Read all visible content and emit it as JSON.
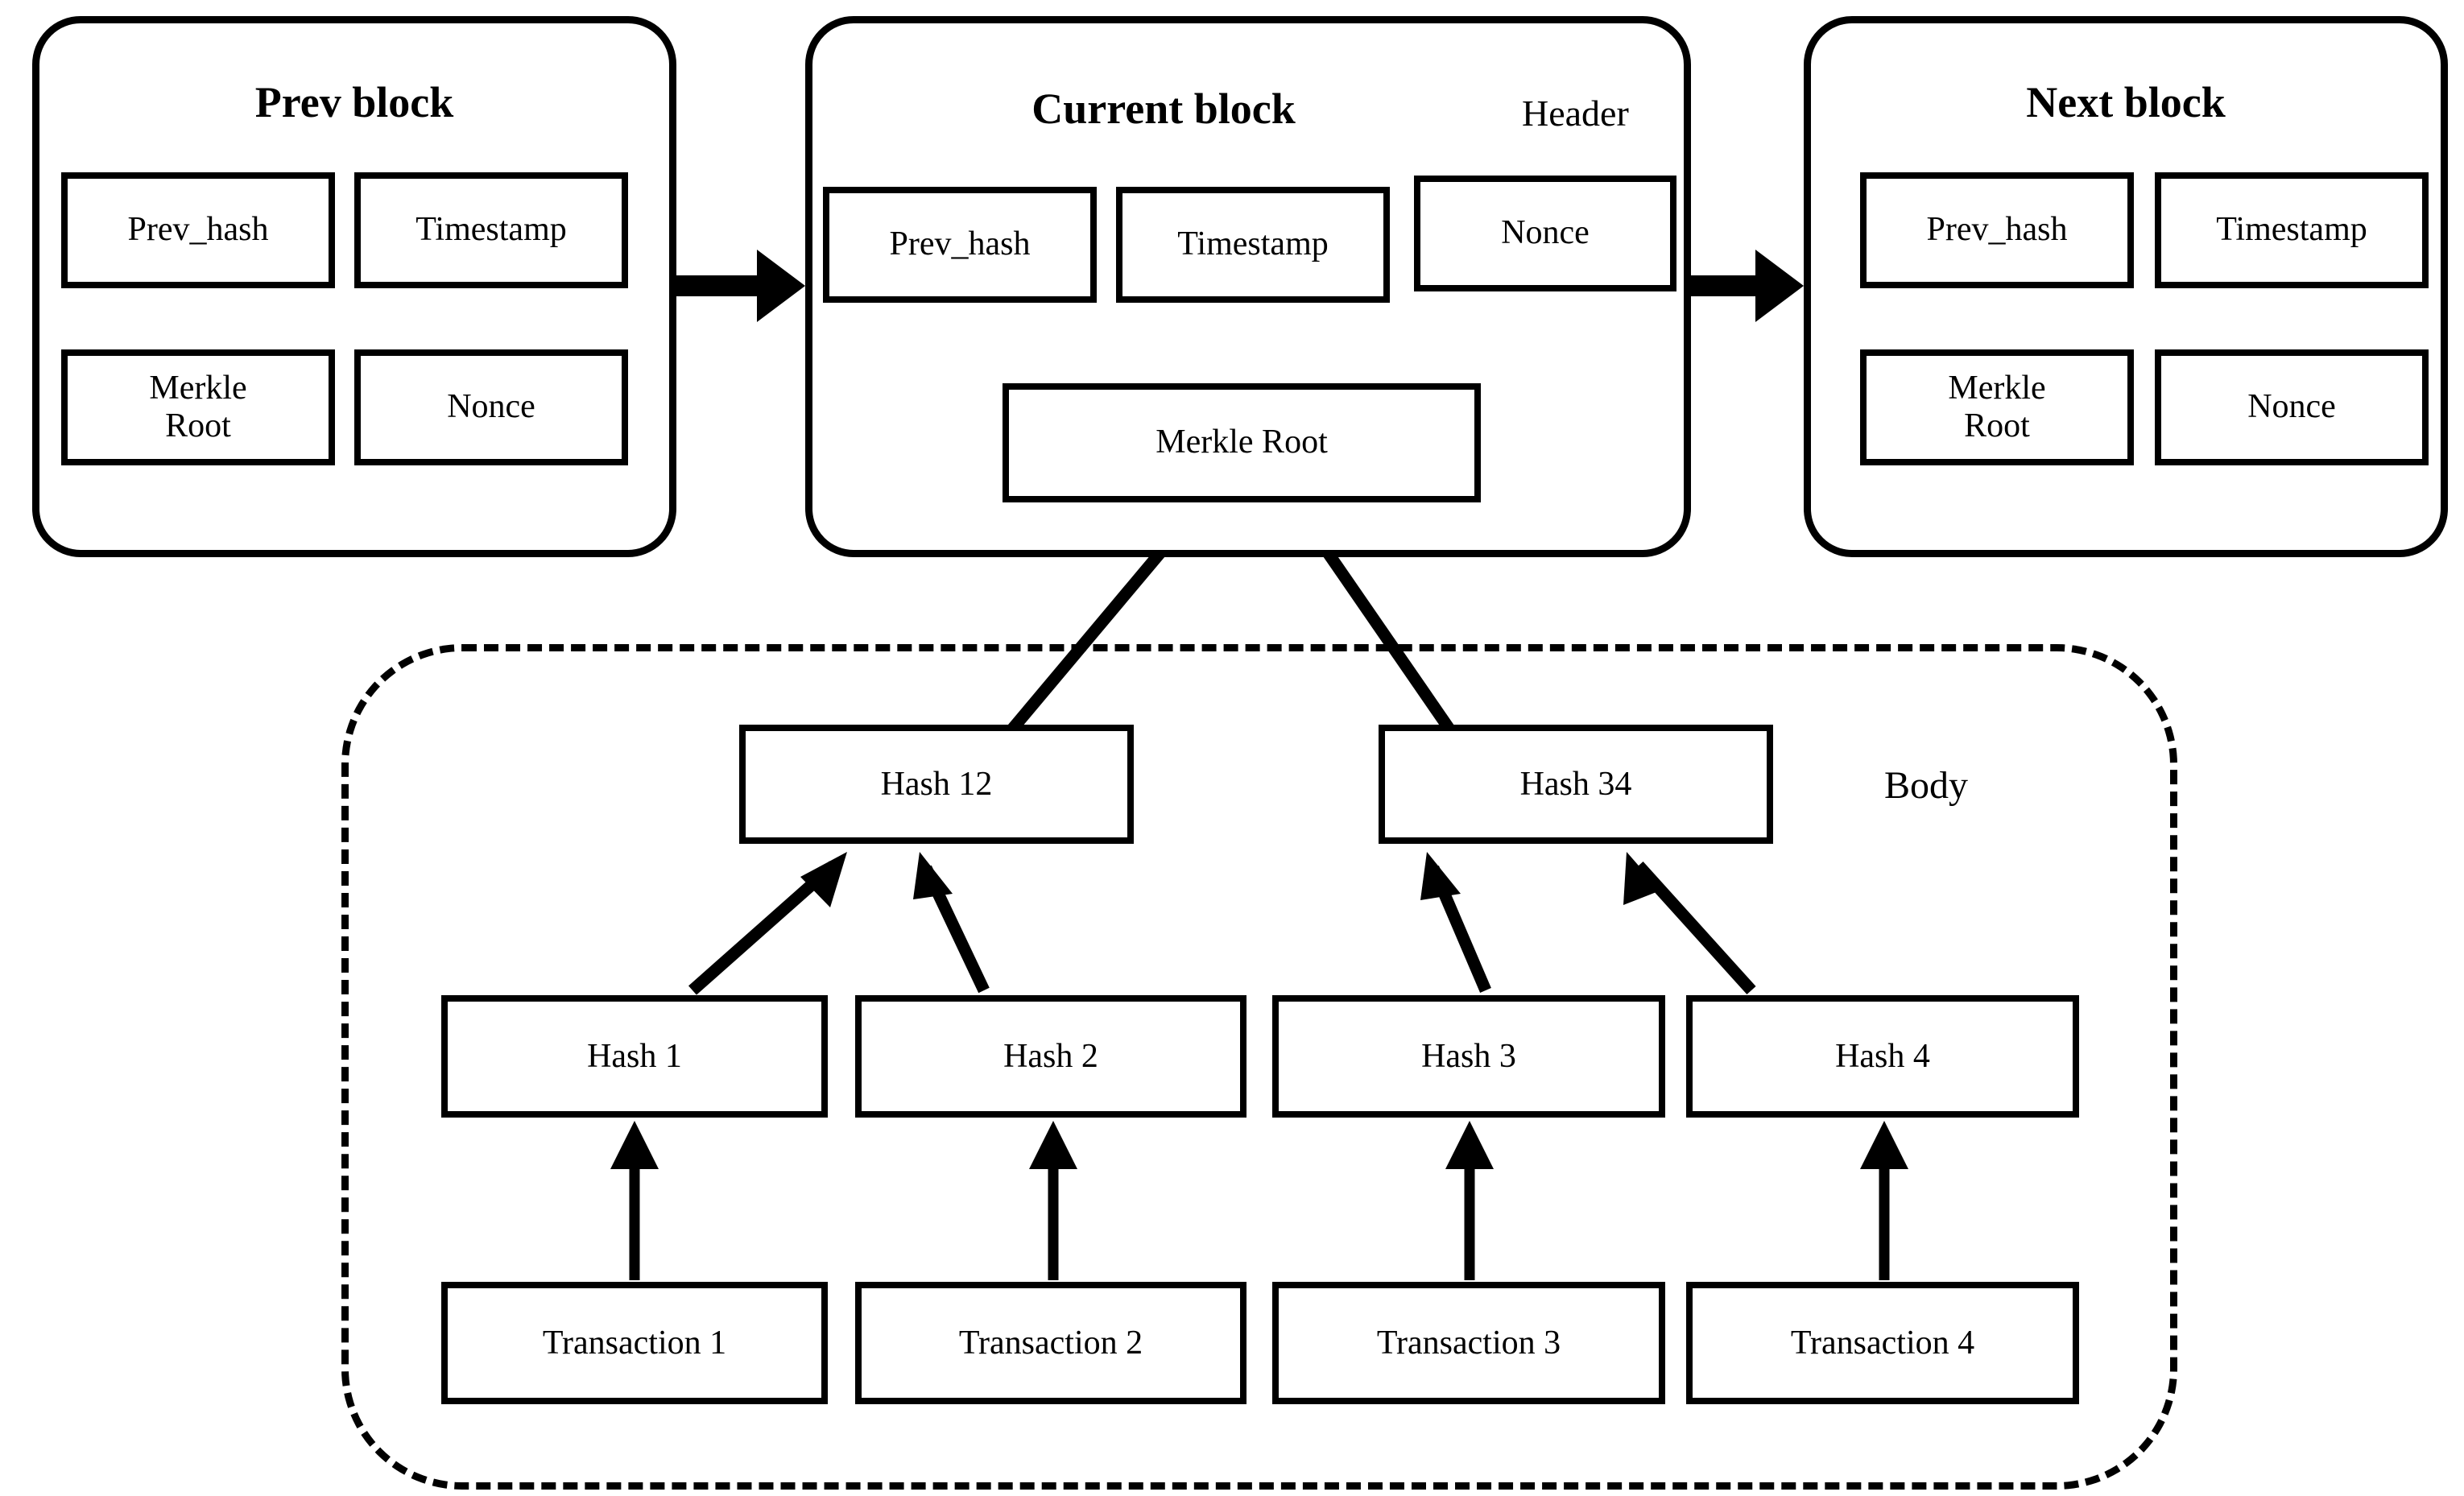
{
  "diagram": {
    "title_prev": "Prev block",
    "title_current": "Current block",
    "title_next": "Next block",
    "label_header": "Header",
    "label_body": "Body",
    "field_prev_hash": "Prev_hash",
    "field_timestamp": "Timestamp",
    "field_nonce": "Nonce",
    "field_merkle_root_wrapped": "Merkle\nRoot",
    "field_merkle_root": "Merkle Root"
  },
  "prev_block": {
    "title": "Prev block",
    "fields": [
      {
        "label": "Prev_hash"
      },
      {
        "label": "Timestamp"
      },
      {
        "label": "Merkle\nRoot"
      },
      {
        "label": "Nonce"
      }
    ]
  },
  "current_block": {
    "title": "Current block",
    "header_label": "Header",
    "fields": [
      {
        "label": "Prev_hash"
      },
      {
        "label": "Timestamp"
      },
      {
        "label": "Nonce"
      }
    ],
    "merkle_root": "Merkle Root"
  },
  "next_block": {
    "title": "Next block",
    "fields": [
      {
        "label": "Prev_hash"
      },
      {
        "label": "Timestamp"
      },
      {
        "label": "Merkle\nRoot"
      },
      {
        "label": "Nonce"
      }
    ]
  },
  "body": {
    "label": "Body",
    "intermediate_hashes": [
      {
        "label": "Hash 12"
      },
      {
        "label": "Hash 34"
      }
    ],
    "leaf_hashes": [
      {
        "label": "Hash 1"
      },
      {
        "label": "Hash 2"
      },
      {
        "label": "Hash 3"
      },
      {
        "label": "Hash 4"
      }
    ],
    "transactions": [
      {
        "label": "Transaction 1"
      },
      {
        "label": "Transaction 2"
      },
      {
        "label": "Transaction 3"
      },
      {
        "label": "Transaction 4"
      }
    ]
  },
  "colors": {
    "stroke": "#000000",
    "fill": "#ffffff"
  }
}
